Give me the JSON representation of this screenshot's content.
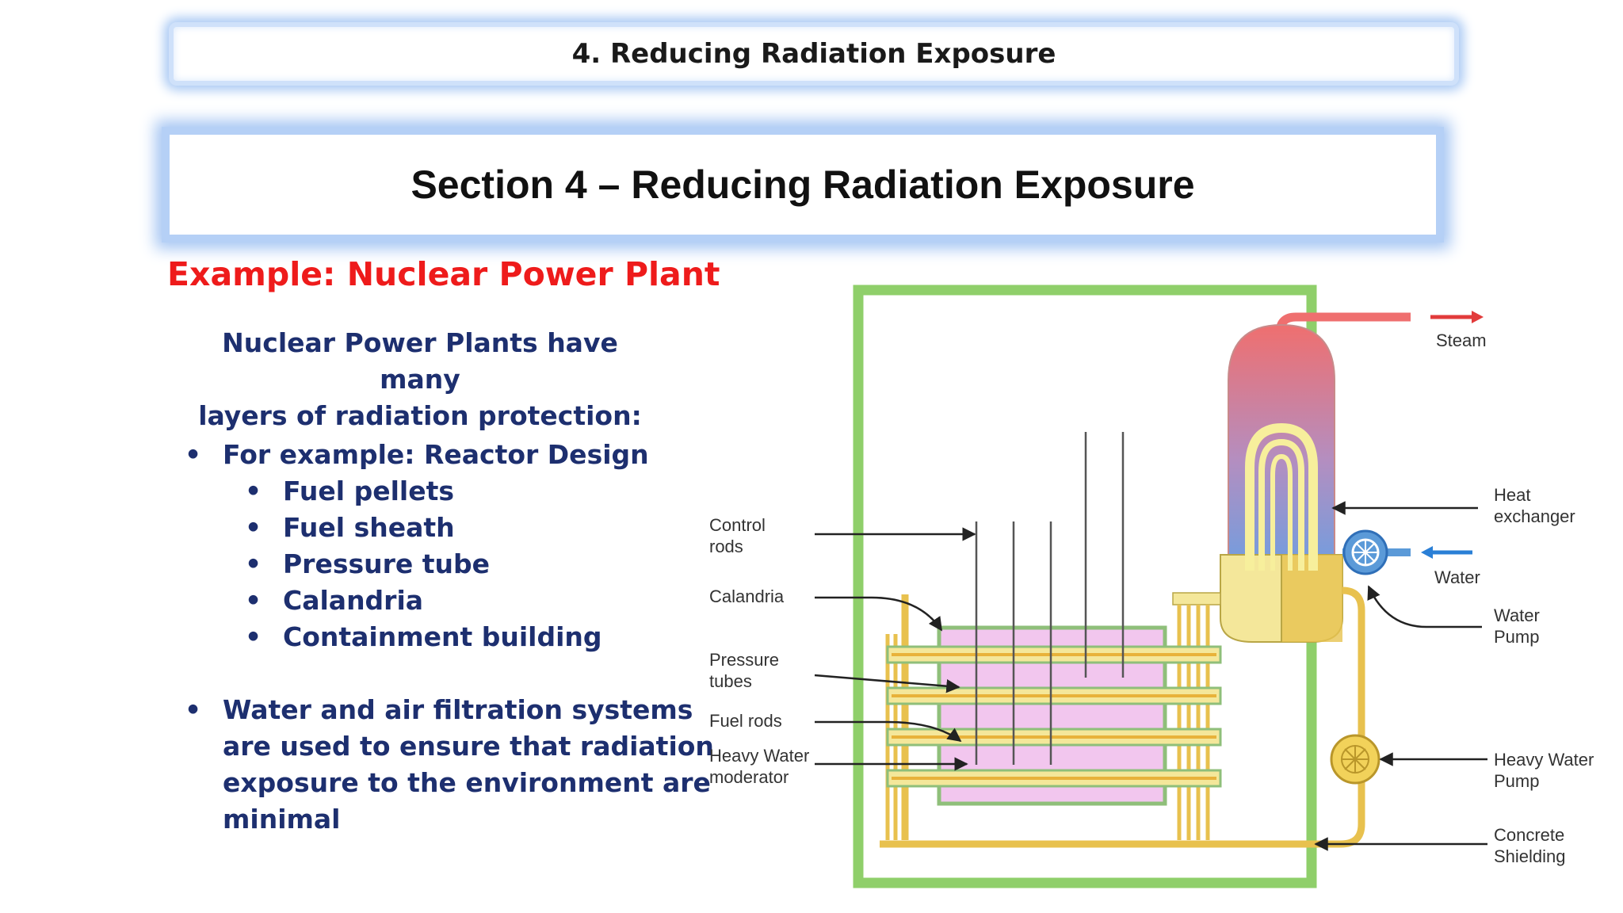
{
  "header": {
    "title": "4. Reducing Radiation Exposure"
  },
  "section": {
    "title": "Section 4 – Reducing Radiation Exposure"
  },
  "content": {
    "example_heading": "Example: Nuclear Power Plant",
    "intro_line1": "Nuclear Power Plants have many",
    "intro_line2": "layers of radiation protection:",
    "bullet_marker": "•",
    "bullet1": "For example: Reactor Design",
    "sub_items": [
      "Fuel pellets",
      "Fuel sheath",
      "Pressure tube",
      "Calandria",
      "Containment building"
    ],
    "bullet2_lines": [
      "Water and air filtration systems",
      "are used to ensure that radiation",
      "exposure to the environment are",
      "minimal"
    ]
  },
  "diagram": {
    "labels": {
      "control_rods": [
        "Control",
        "rods"
      ],
      "calandria": [
        "Calandria"
      ],
      "pressure_tubes": [
        "Pressure",
        "tubes"
      ],
      "fuel_rods": [
        "Fuel rods"
      ],
      "heavy_water_moderator": [
        "Heavy Water",
        "moderator"
      ],
      "steam": [
        "Steam"
      ],
      "heat_exchanger": [
        "Heat",
        "exchanger"
      ],
      "water": [
        "Water"
      ],
      "water_pump": [
        "Water",
        "Pump"
      ],
      "heavy_water_pump": [
        "Heavy Water",
        "Pump"
      ],
      "concrete_shielding": [
        "Concrete",
        "Shielding"
      ]
    },
    "colors": {
      "shielding": "#8fcf6a",
      "calandria": "#f2c6ee",
      "tube": "#e8c14e",
      "steam_red": "#ef6f6f",
      "water_blue": "#5b9ad8",
      "arrow_red": "#e23b3b",
      "arrow_blue": "#2a7fd6"
    }
  }
}
